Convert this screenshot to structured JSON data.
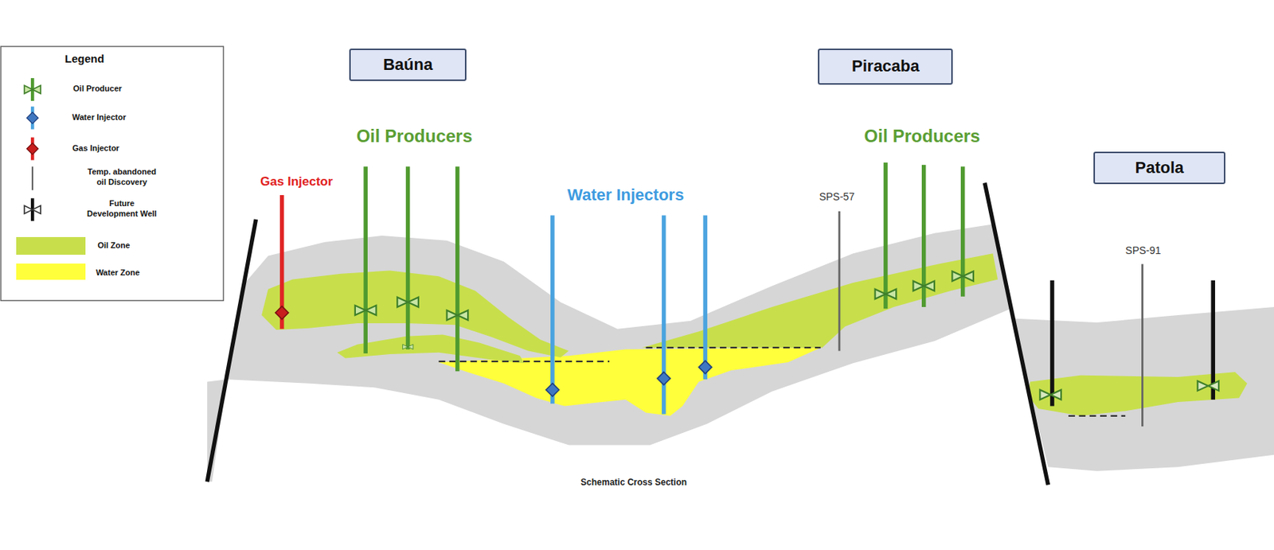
{
  "diagram": {
    "caption": "Schematic Cross Section",
    "nodes": [
      {
        "text": [
          "Baúna"
        ]
      },
      {
        "text": [
          "Piracaba"
        ]
      },
      {
        "text": [
          "Patola"
        ]
      }
    ],
    "labels": [
      "Legend",
      "Gas Injector",
      "Oil Producers",
      "Water Injectors",
      "SPS-57",
      "Oil Producers",
      "SPS-91"
    ],
    "legend": [
      {
        "text": "Oil Producer"
      },
      {
        "text": "Water Injector"
      },
      {
        "text": "Gas Injector"
      },
      {
        "text": "Temp. abandoned oil Discovery"
      },
      {
        "text": "Future Development Well"
      },
      {
        "text": "Oil Zone",
        "color": "#c8df4b"
      },
      {
        "text": "Water Zone",
        "color": "#ffff3c"
      }
    ]
  }
}
